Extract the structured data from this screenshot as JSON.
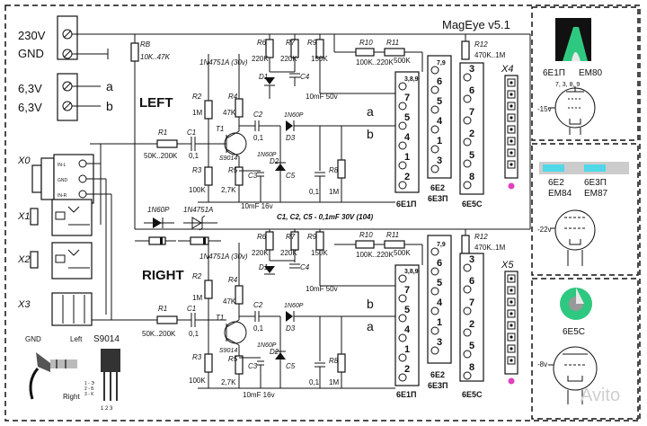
{
  "title": "MagEye v5.1",
  "power": {
    "v230": "230V",
    "gnd": "GND",
    "v63a": "6,3V",
    "v63b": "6,3V",
    "a": "a",
    "b": "b"
  },
  "channels": {
    "left": "LEFT",
    "right": "RIGHT"
  },
  "components": {
    "rb": "RB",
    "rb_val": "10K..47K",
    "r1": "R1",
    "r1_val": "50K..200K",
    "c1": "C1",
    "c1_val": "0,1",
    "r2": "R2",
    "r2_val": "1M",
    "r3": "R3",
    "r3_val": "100K",
    "r4": "R4",
    "r4_val": "47K",
    "r5": "R5",
    "r5_val": "2,7K",
    "r6": "R6",
    "r6_val": "220K",
    "r7": "R7",
    "r7_val": "220K",
    "r8": "R8",
    "r8_val": "1M",
    "r9": "R9",
    "r9_val": "150K",
    "r10": "R10",
    "r10_val": "100K..220K",
    "r11": "R11",
    "r11_val": "500K",
    "r12": "R12",
    "r12_val": "470K..1M",
    "c2": "C2",
    "c2_val": "0,1",
    "c3": "C3",
    "c3_val": "10mF 16v",
    "c4": "C4",
    "c4_val": "10mF 50v",
    "c5": "C5",
    "c5_val": "0,1",
    "t1": "T1",
    "t1_type": "S9014",
    "d1": "D1",
    "d2": "D2",
    "d3": "D3",
    "zener": "1N4751A (30v)",
    "diode": "1N60P",
    "cap_note": "C1, C2, C5 - 0,1mF 30V (104)"
  },
  "legend": {
    "diode": "1N60P",
    "zener": "1N4751A"
  },
  "connectors": {
    "x0": "X0",
    "x1": "X1",
    "x2": "X2",
    "x3": "X3",
    "x4": "X4",
    "x5": "X5"
  },
  "x0_pins": [
    "IN-L",
    "GND",
    "IN-R"
  ],
  "tubes": {
    "t1": "6E1П",
    "t2a": "6E2",
    "t2b": "6E3П",
    "t3": "6E5C"
  },
  "pins": {
    "t1": [
      "3,8,9",
      "7",
      "5",
      "4",
      "1",
      "2"
    ],
    "t2": [
      "7,9",
      "6",
      "5",
      "4",
      "1",
      "3"
    ],
    "t3": [
      "3",
      "6",
      "7",
      "2",
      "5",
      "8"
    ]
  },
  "tube_panels": {
    "p1": {
      "name_a": "6E1П",
      "name_b": "EM80",
      "pins": "7, 3, 8, 9",
      "voltage": "-15v"
    },
    "p2": {
      "name_a": "6E2",
      "name_b": "6E3П",
      "name_c": "EM84",
      "name_d": "EM87",
      "voltage": "-22v"
    },
    "p3": {
      "name": "6E5C",
      "voltage": "-8v"
    }
  },
  "jack": {
    "gnd": "GND",
    "left": "Left",
    "right": "Right"
  },
  "transistor": {
    "name": "S9014",
    "pins": [
      "1 - Э",
      "2 - Б",
      "3 - К"
    ],
    "legs": "1 2 3"
  },
  "watermark": "Avito",
  "colors": {
    "green": "#2fc880",
    "cyan": "#4fd8e8",
    "magenta": "#e040c0",
    "gray": "#999999"
  }
}
